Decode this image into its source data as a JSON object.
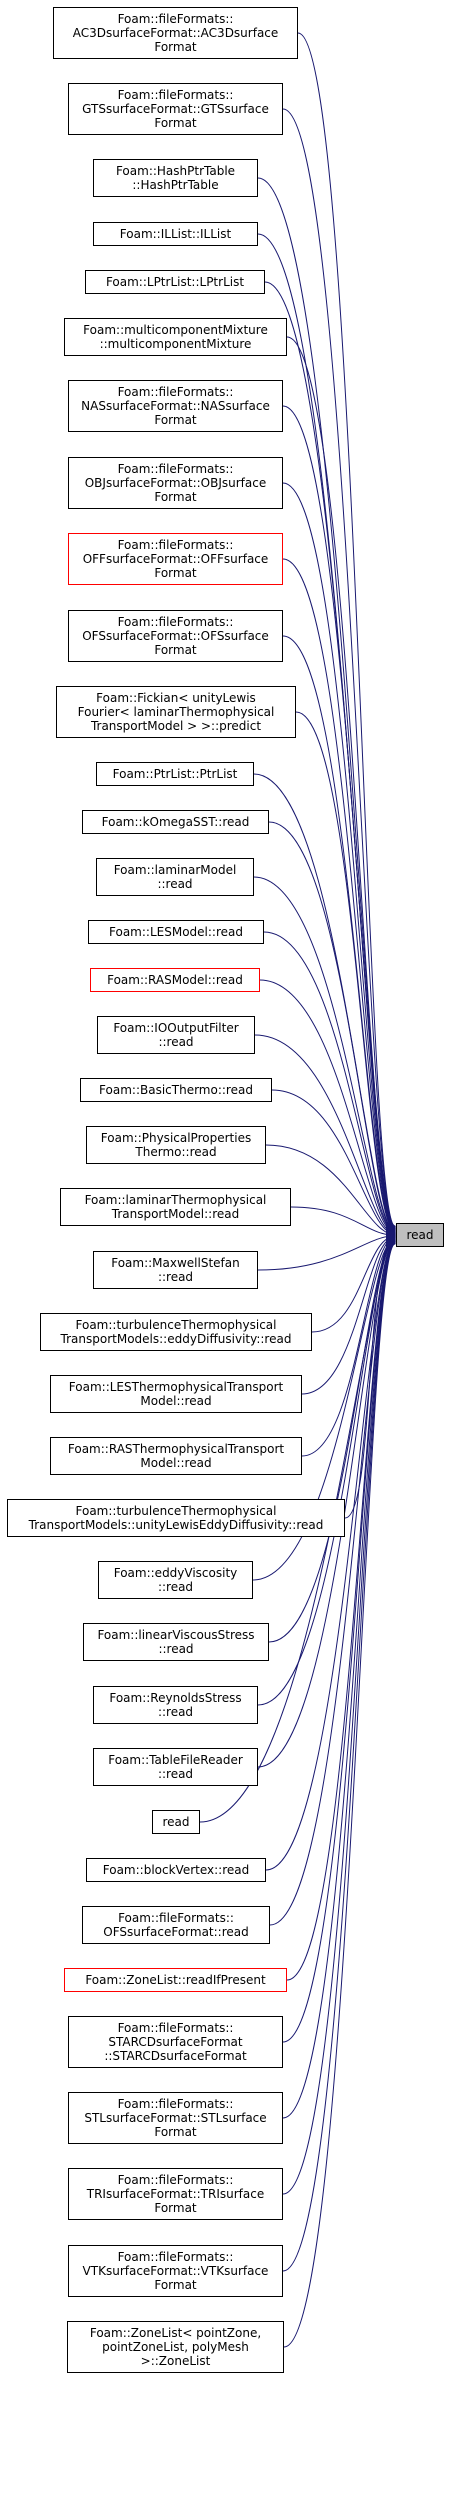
{
  "colors": {
    "edge": "#191970",
    "node_border": "#000000",
    "highlight_border": "#ff0000",
    "target_fill": "#bfbfbf"
  },
  "target": {
    "label": "read"
  },
  "callers": [
    {
      "label": "Foam::fileFormats::\nAC3DsurfaceFormat::AC3Dsurface\nFormat",
      "highlight": false
    },
    {
      "label": "Foam::fileFormats::\nGTSsurfaceFormat::GTSsurface\nFormat",
      "highlight": false
    },
    {
      "label": "Foam::HashPtrTable\n::HashPtrTable",
      "highlight": false
    },
    {
      "label": "Foam::ILList::ILList",
      "highlight": false
    },
    {
      "label": "Foam::LPtrList::LPtrList",
      "highlight": false
    },
    {
      "label": "Foam::multicomponentMixture\n::multicomponentMixture",
      "highlight": false
    },
    {
      "label": "Foam::fileFormats::\nNASsurfaceFormat::NASsurface\nFormat",
      "highlight": false
    },
    {
      "label": "Foam::fileFormats::\nOBJsurfaceFormat::OBJsurface\nFormat",
      "highlight": false
    },
    {
      "label": "Foam::fileFormats::\nOFFsurfaceFormat::OFFsurface\nFormat",
      "highlight": true
    },
    {
      "label": "Foam::fileFormats::\nOFSsurfaceFormat::OFSsurface\nFormat",
      "highlight": false
    },
    {
      "label": "Foam::Fickian< unityLewis\nFourier< laminarThermophysical\nTransportModel > >::predict",
      "highlight": false
    },
    {
      "label": "Foam::PtrList::PtrList",
      "highlight": false
    },
    {
      "label": "Foam::kOmegaSST::read",
      "highlight": false
    },
    {
      "label": "Foam::laminarModel\n::read",
      "highlight": false
    },
    {
      "label": "Foam::LESModel::read",
      "highlight": false
    },
    {
      "label": "Foam::RASModel::read",
      "highlight": true
    },
    {
      "label": "Foam::IOOutputFilter\n::read",
      "highlight": false
    },
    {
      "label": "Foam::BasicThermo::read",
      "highlight": false
    },
    {
      "label": "Foam::PhysicalProperties\nThermo::read",
      "highlight": false
    },
    {
      "label": "Foam::laminarThermophysical\nTransportModel::read",
      "highlight": false
    },
    {
      "label": "Foam::MaxwellStefan\n::read",
      "highlight": false
    },
    {
      "label": "Foam::turbulenceThermophysical\nTransportModels::eddyDiffusivity::read",
      "highlight": false
    },
    {
      "label": "Foam::LESThermophysicalTransport\nModel::read",
      "highlight": false
    },
    {
      "label": "Foam::RASThermophysicalTransport\nModel::read",
      "highlight": false
    },
    {
      "label": "Foam::turbulenceThermophysical\nTransportModels::unityLewisEddyDiffusivity::read",
      "highlight": false
    },
    {
      "label": "Foam::eddyViscosity\n::read",
      "highlight": false
    },
    {
      "label": "Foam::linearViscousStress\n::read",
      "highlight": false
    },
    {
      "label": "Foam::ReynoldsStress\n::read",
      "highlight": false
    },
    {
      "label": "Foam::TableFileReader\n::read",
      "highlight": false
    },
    {
      "label": "read",
      "highlight": false
    },
    {
      "label": "Foam::blockVertex::read",
      "highlight": false
    },
    {
      "label": "Foam::fileFormats::\nOFSsurfaceFormat::read",
      "highlight": false
    },
    {
      "label": "Foam::ZoneList::readIfPresent",
      "highlight": true
    },
    {
      "label": "Foam::fileFormats::\nSTARCDsurfaceFormat\n::STARCDsurfaceFormat",
      "highlight": false
    },
    {
      "label": "Foam::fileFormats::\nSTLsurfaceFormat::STLsurface\nFormat",
      "highlight": false
    },
    {
      "label": "Foam::fileFormats::\nTRIsurfaceFormat::TRIsurface\nFormat",
      "highlight": false
    },
    {
      "label": "Foam::fileFormats::\nVTKsurfaceFormat::VTKsurface\nFormat",
      "highlight": false
    },
    {
      "label": "Foam::ZoneList< pointZone,\npointZoneList, polyMesh\n>::ZoneList",
      "highlight": false
    }
  ]
}
